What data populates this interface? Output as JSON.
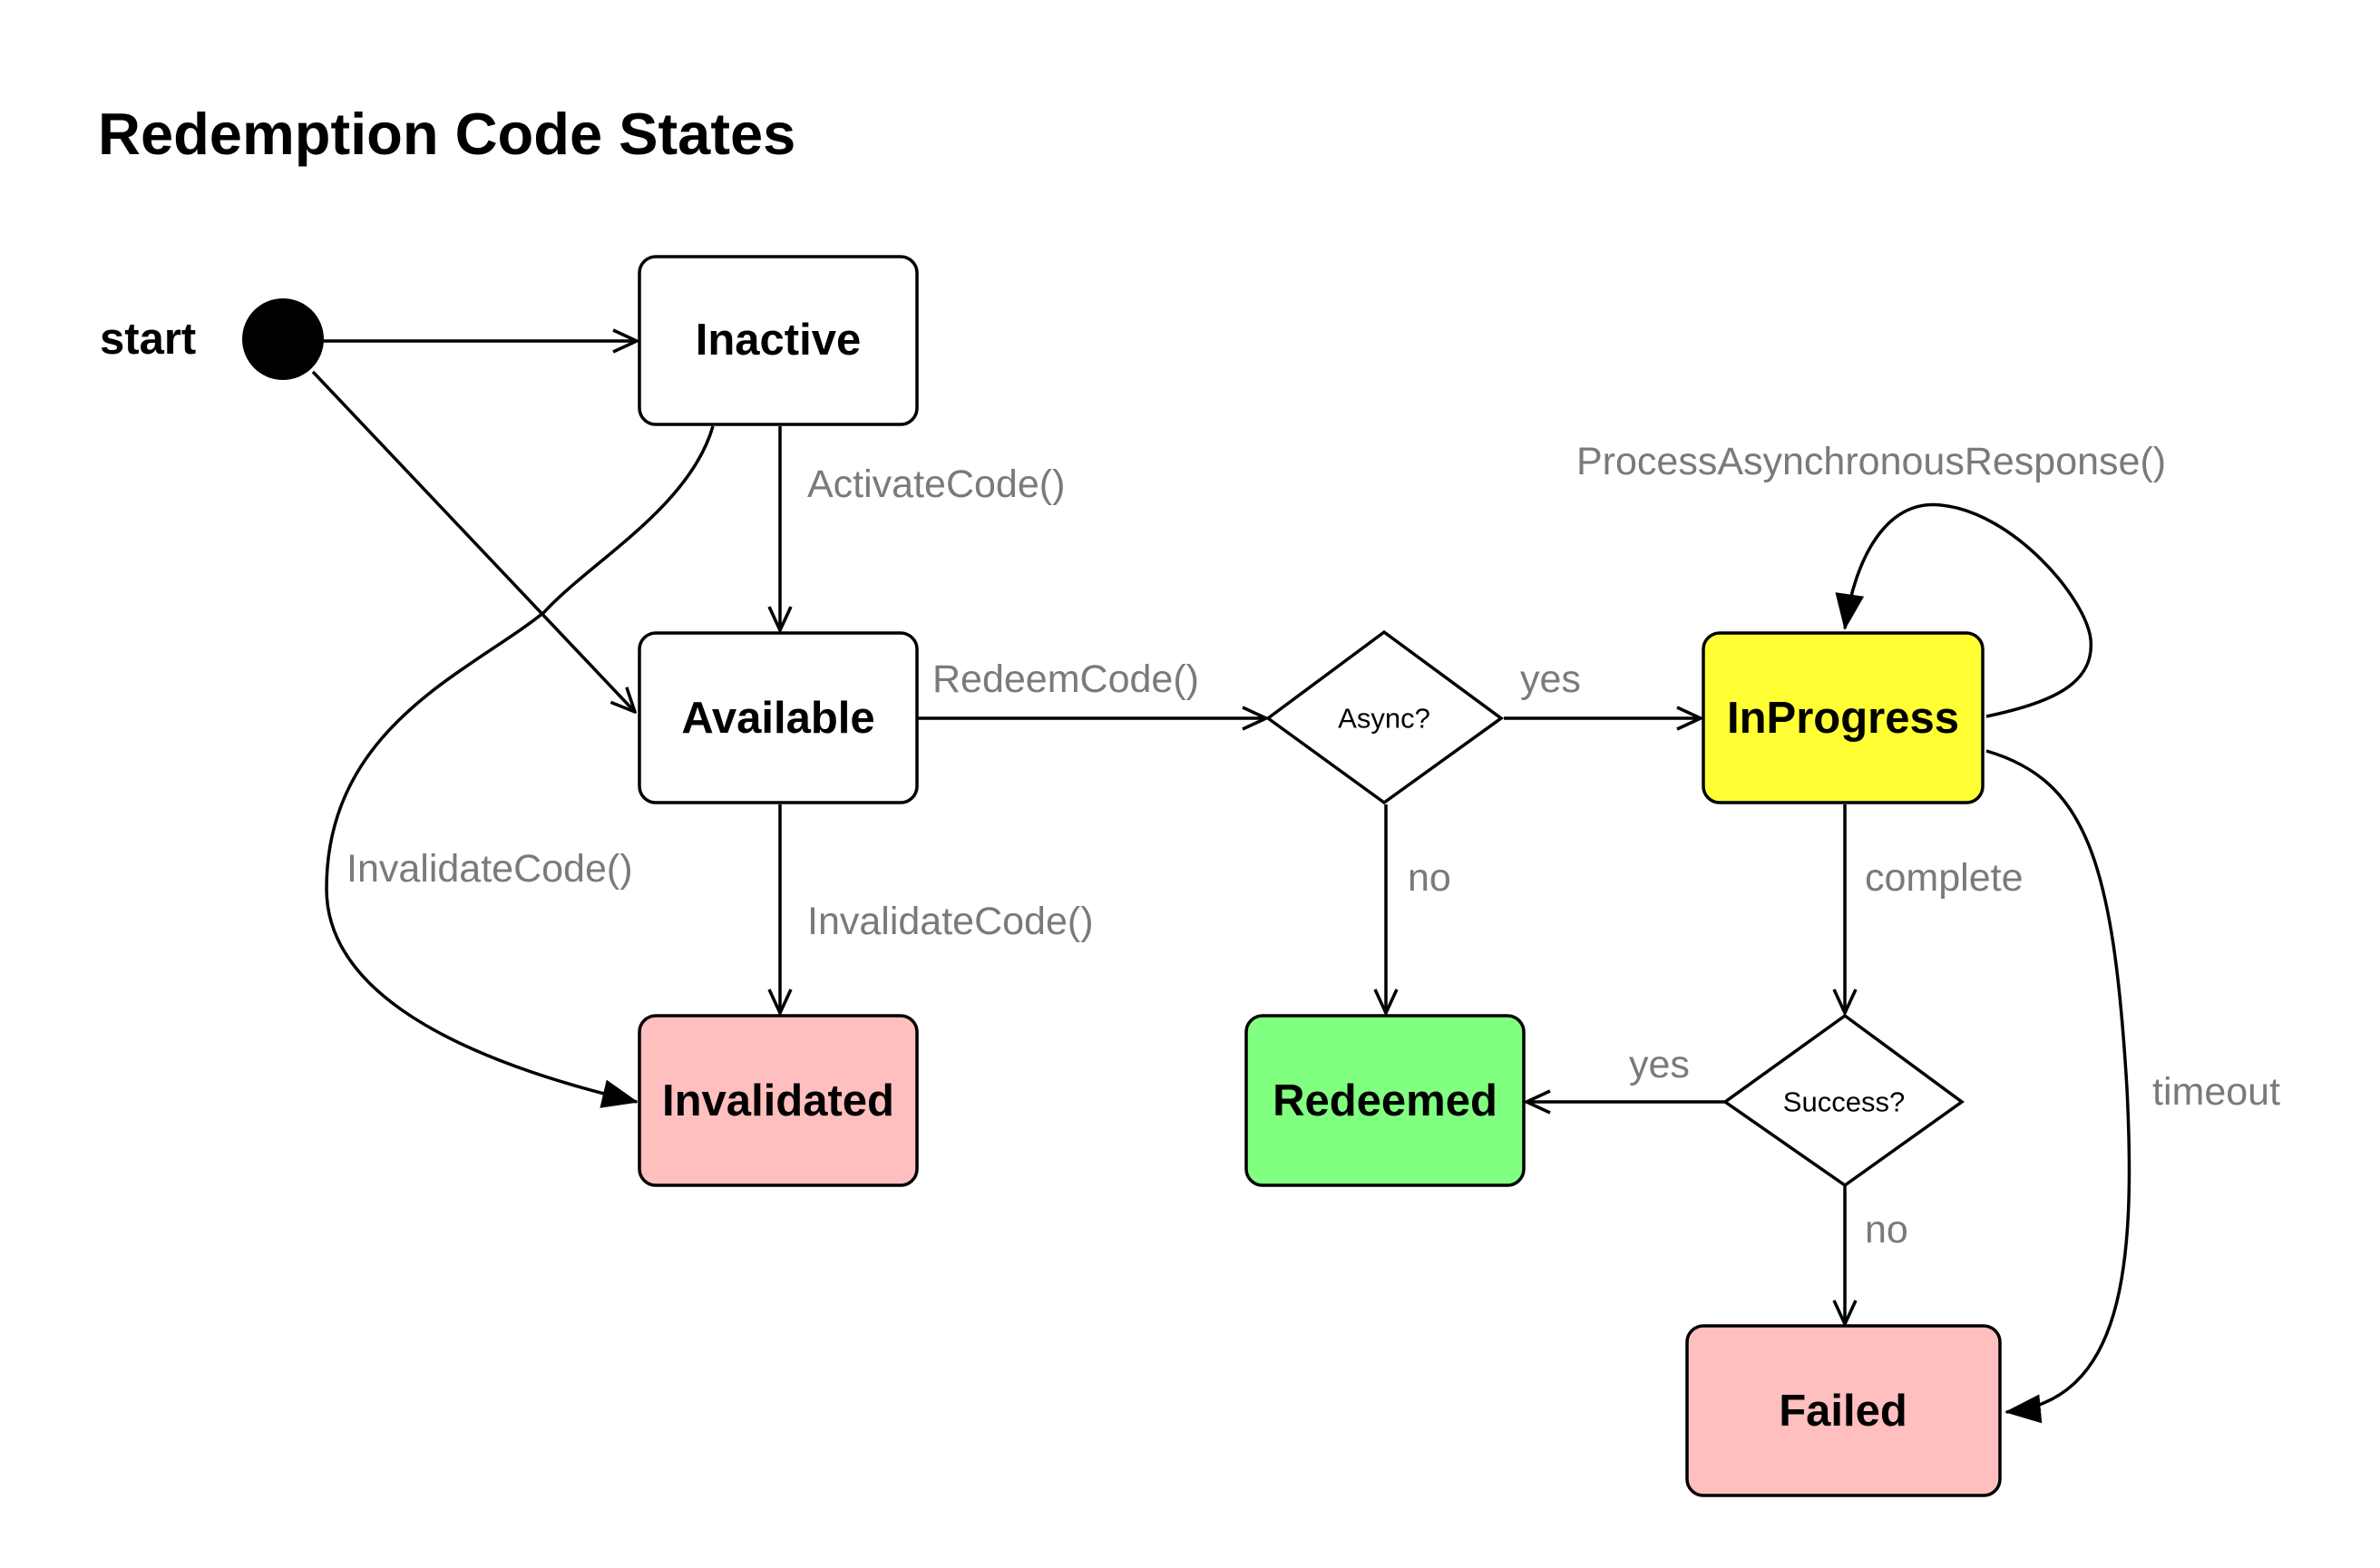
{
  "title": "Redemption Code States",
  "start_label": "start",
  "states": {
    "inactive": {
      "label": "Inactive",
      "color": "#ffffff"
    },
    "available": {
      "label": "Available",
      "color": "#ffffff"
    },
    "invalidated": {
      "label": "Invalidated",
      "color": "#ffbfbf"
    },
    "redeemed": {
      "label": "Redeemed",
      "color": "#80ff80"
    },
    "inprogress": {
      "label": "InProgress",
      "color": "#ffff33"
    },
    "failed": {
      "label": "Failed",
      "color": "#ffbfbf"
    }
  },
  "decisions": {
    "async": {
      "label": "Async?"
    },
    "success": {
      "label": "Success?"
    }
  },
  "edges": {
    "activate": "ActivateCode()",
    "invalidate_from_inactive": "InvalidateCode()",
    "invalidate_from_available": "InvalidateCode()",
    "redeem": "RedeemCode()",
    "async_yes": "yes",
    "async_no": "no",
    "process_async": "ProcessAsynchronousResponse()",
    "complete": "complete",
    "success_yes": "yes",
    "success_no": "no",
    "timeout": "timeout"
  }
}
